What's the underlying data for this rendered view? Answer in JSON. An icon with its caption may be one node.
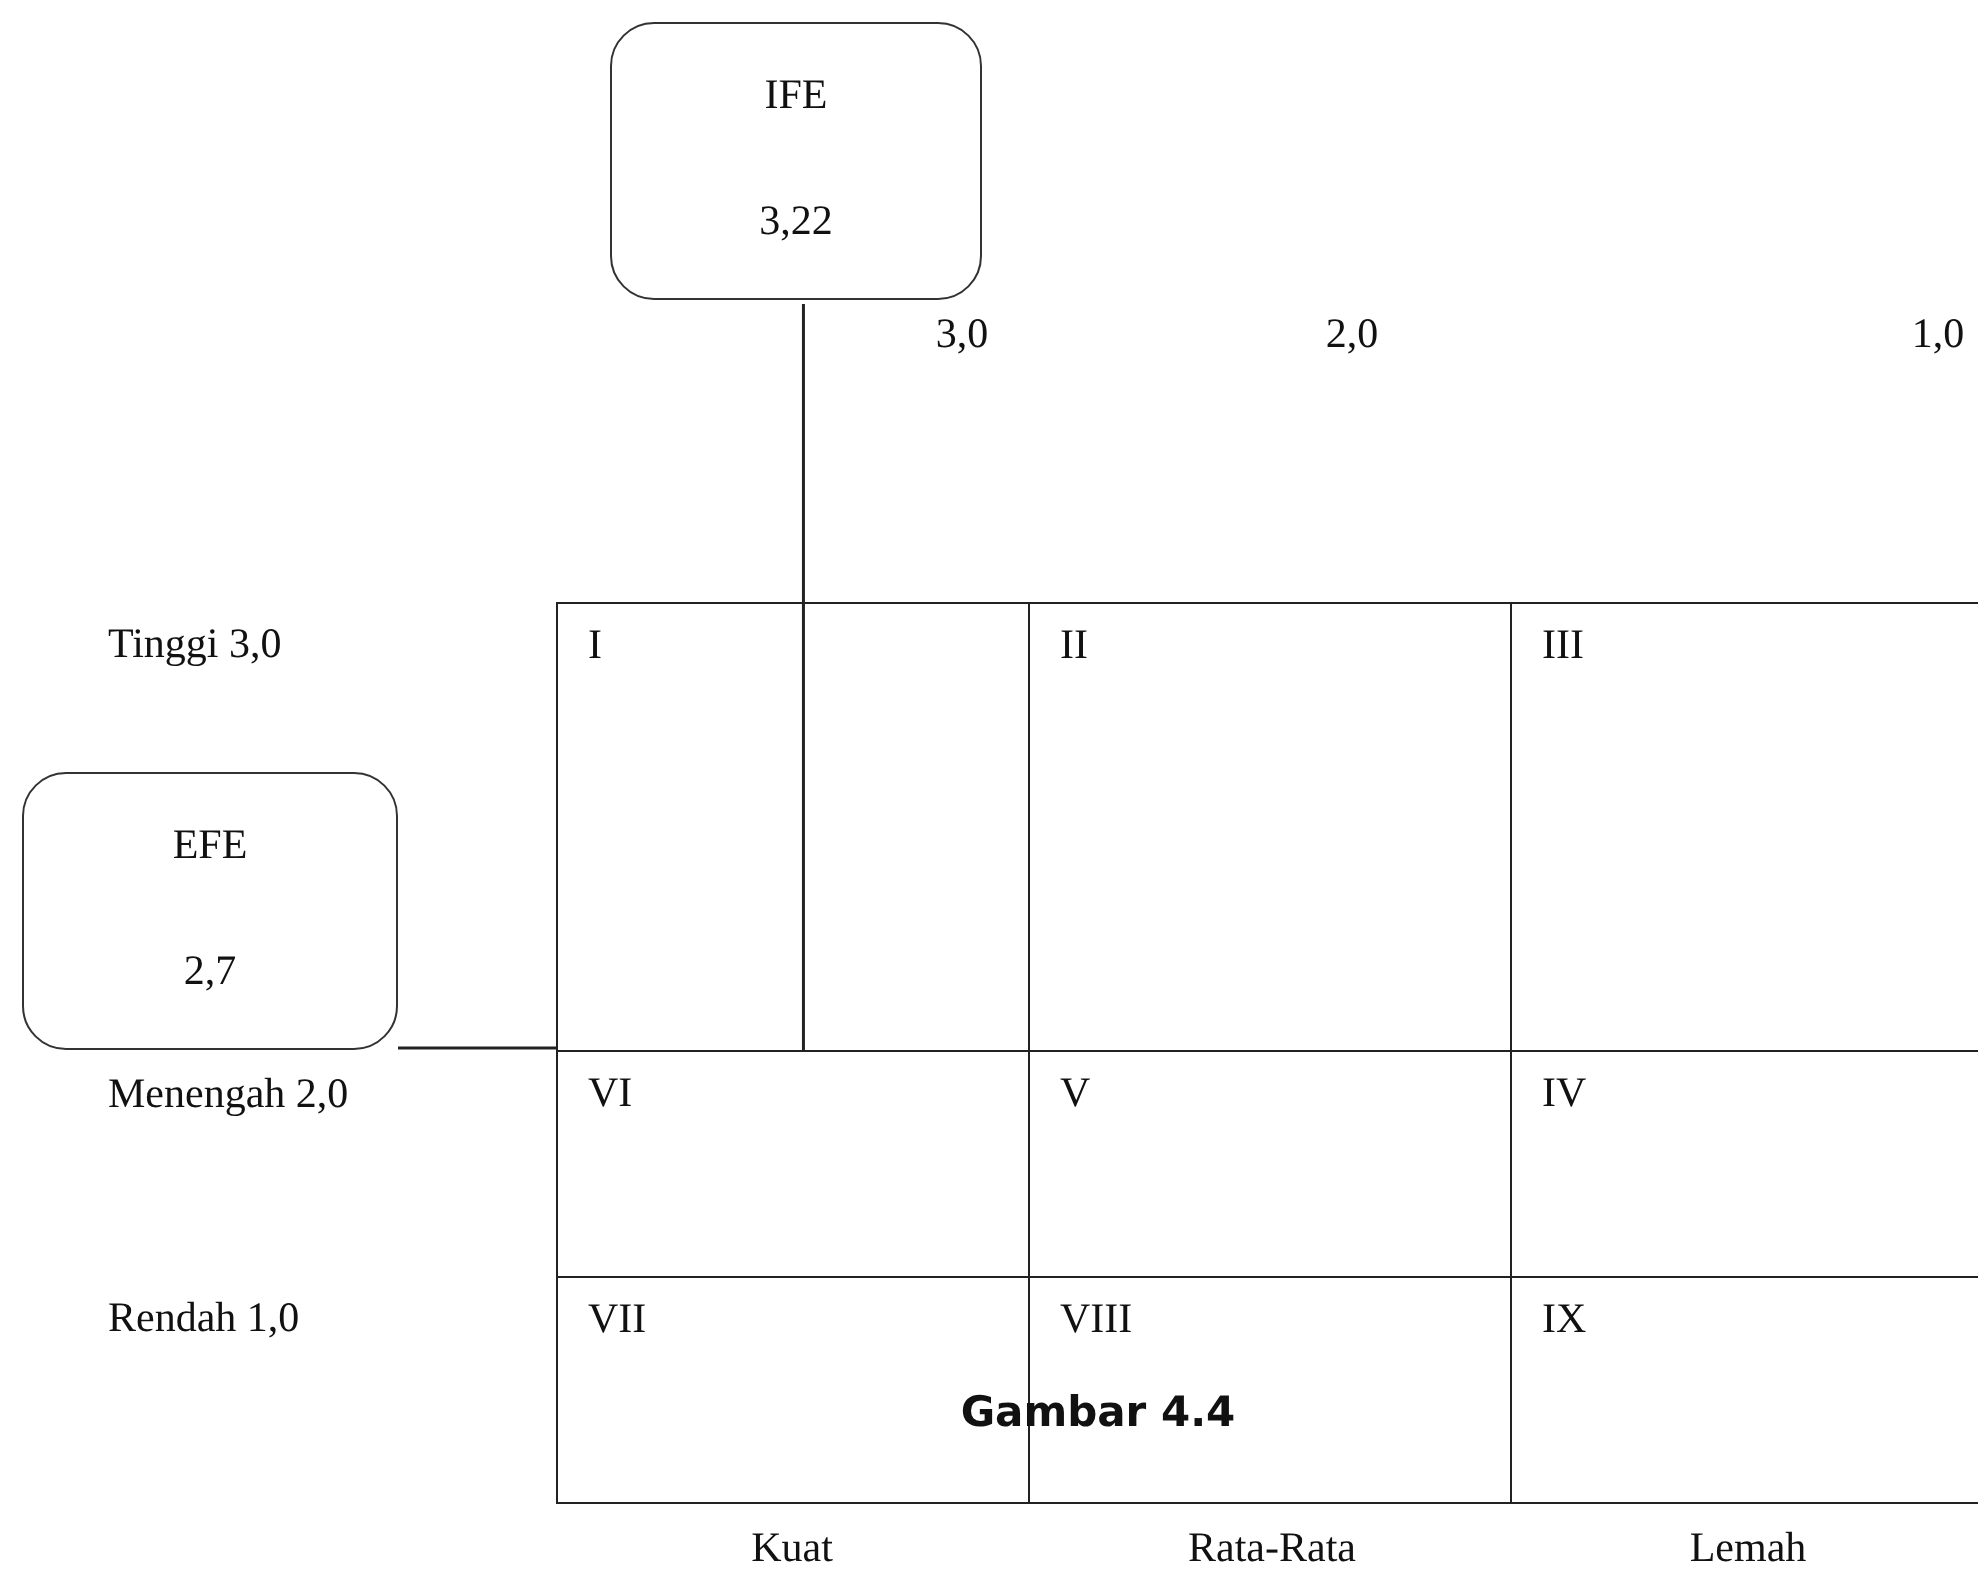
{
  "diagram": {
    "caption": "Gambar 4.4",
    "nodes": [
      {
        "text": [
          "IFE",
          "3,22"
        ]
      },
      {
        "text": [
          "EFE",
          "2,7"
        ]
      },
      {
        "text": [
          "I"
        ]
      },
      {
        "text": [
          "II"
        ]
      },
      {
        "text": [
          "III"
        ]
      },
      {
        "text": [
          "VI"
        ]
      },
      {
        "text": [
          "V"
        ]
      },
      {
        "text": [
          "IV"
        ]
      },
      {
        "text": [
          "VII"
        ]
      },
      {
        "text": [
          "VIII"
        ]
      },
      {
        "text": [
          "IX"
        ]
      }
    ],
    "edges": [
      {
        "from": 0,
        "to": 2,
        "arrow": "none"
      },
      {
        "from": 1,
        "to": 2,
        "arrow": "none"
      }
    ],
    "labels": [
      "3,0",
      "2,0",
      "1,0",
      "Tinggi 3,0",
      "Menengah 2,0",
      "Rendah 1,0",
      "Kuat",
      "Rata-Rata",
      "Lemah"
    ]
  }
}
